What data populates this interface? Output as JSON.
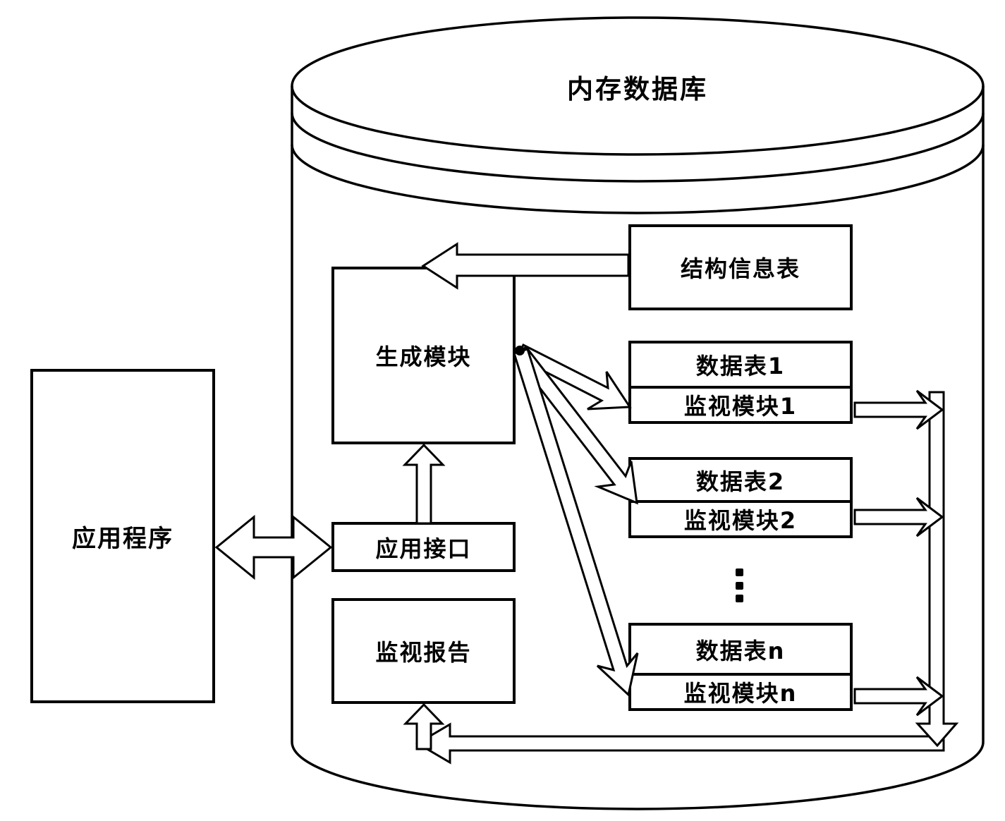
{
  "title": "内存数据库",
  "nodes": {
    "app": "应用程序",
    "gen": "生成模块",
    "api": "应用接口",
    "report": "监视报告",
    "struct": "结构信息表",
    "tables": [
      {
        "table": "数据表1",
        "monitor": "监视模块1"
      },
      {
        "table": "数据表2",
        "monitor": "监视模块2"
      },
      {
        "table": "数据表n",
        "monitor": "监视模块n"
      }
    ],
    "ellipsis": "⋮"
  },
  "colors": {
    "line": "#000000",
    "background": "#ffffff"
  }
}
